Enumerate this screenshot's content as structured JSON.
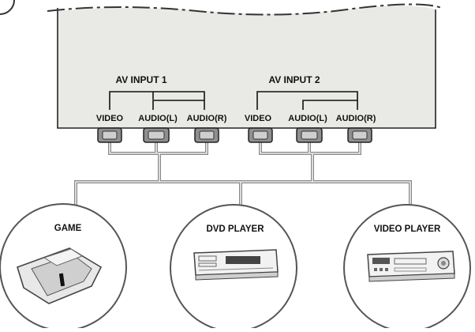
{
  "inputs": {
    "group1": {
      "title": "AV INPUT 1",
      "video": "VIDEO",
      "audio_l": "AUDIO(L)",
      "audio_r": "AUDIO(R)"
    },
    "group2": {
      "title": "AV INPUT 2",
      "video": "VIDEO",
      "audio_l": "AUDIO(L)",
      "audio_r": "AUDIO(R)"
    }
  },
  "devices": {
    "game": "GAME",
    "dvd": "DVD PLAYER",
    "vcr": "VIDEO PLAYER"
  },
  "icons": {
    "step_marker": "step-marker-icon",
    "game": "game-console-icon",
    "dvd": "dvd-player-icon",
    "vcr": "video-player-icon",
    "jack": "rca-jack-icon"
  },
  "colors": {
    "panel": "#e9e9e6",
    "cable": "#888888",
    "outline": "#222222"
  }
}
